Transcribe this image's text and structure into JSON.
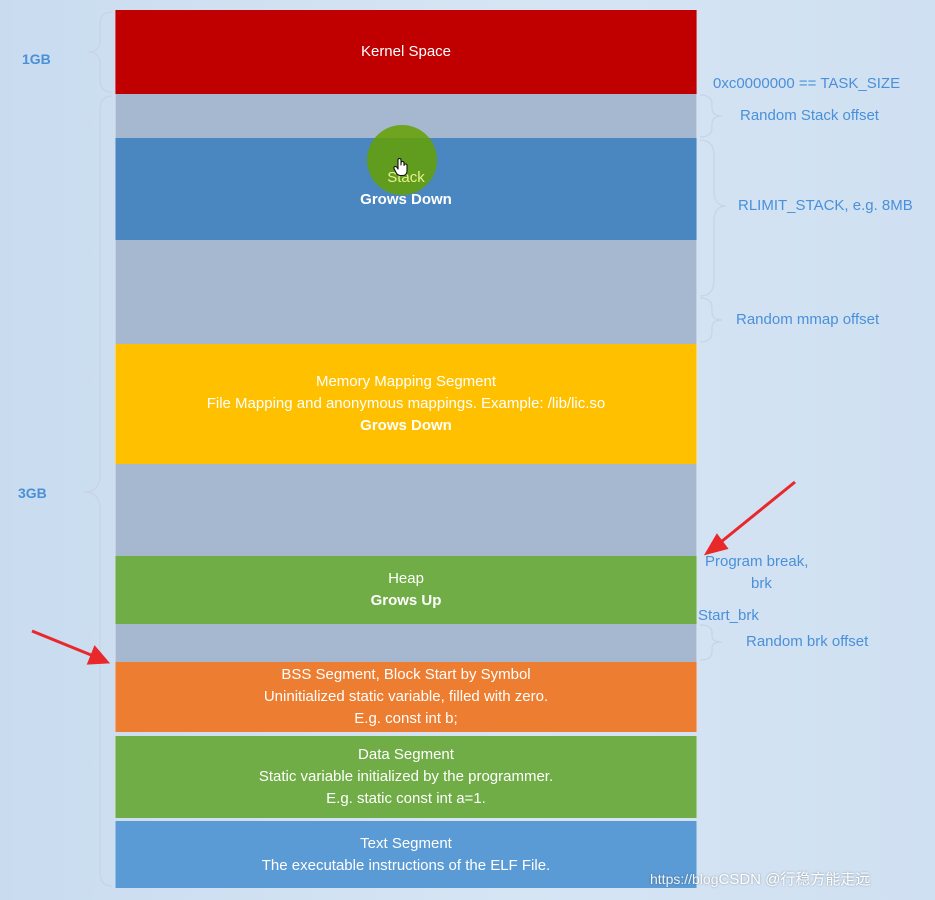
{
  "segments": {
    "kernel": {
      "label": "Kernel Space"
    },
    "random_stack_offset": {
      "label": ""
    },
    "stack": {
      "title": "Stack",
      "subtitle": "Grows Down"
    },
    "mmap_gap": {
      "label": ""
    },
    "mmap": {
      "title": "Memory Mapping Segment",
      "line2": "File Mapping and anonymous mappings. Example: /lib/lic.so",
      "subtitle": "Grows Down"
    },
    "free_gap": {
      "label": ""
    },
    "heap": {
      "title": "Heap",
      "subtitle": "Grows Up"
    },
    "random_brk_gap": {
      "label": ""
    },
    "bss": {
      "title": "BSS Segment, Block Start by Symbol",
      "line2": "Uninitialized static variable, filled with zero.",
      "line3": "E.g. const int b;"
    },
    "data": {
      "title": "Data Segment",
      "line2": "Static variable initialized by the programmer.",
      "line3": "E.g. static const int a=1."
    },
    "text": {
      "title": "Text Segment",
      "line2": "The executable instructions of the ELF File."
    }
  },
  "annotations": {
    "task_size": "0xc0000000 == TASK_SIZE",
    "random_stack_offset": "Random Stack offset",
    "rlimit_stack": "RLIMIT_STACK, e.g. 8MB",
    "random_mmap_offset": "Random mmap offset",
    "program_break_1": "Program break,",
    "program_break_2": "brk",
    "start_brk": "Start_brk",
    "random_brk_offset": "Random brk offset"
  },
  "sizes": {
    "kernel": "1GB",
    "user": "3GB"
  },
  "watermark": {
    "url": "https://blog",
    "text": "CSDN @行稳方能走远"
  },
  "colors": {
    "kernel": "#c00000",
    "gap": "#a6b8d0",
    "stack": "#4a86c0",
    "mmap": "#ffc000",
    "heap": "#70ad47",
    "bss": "#ed7d31",
    "data": "#70ad47",
    "text": "#5b9bd5",
    "annotation": "#4a90d9",
    "arrow": "#e8282b",
    "cursor": "#64a000"
  }
}
